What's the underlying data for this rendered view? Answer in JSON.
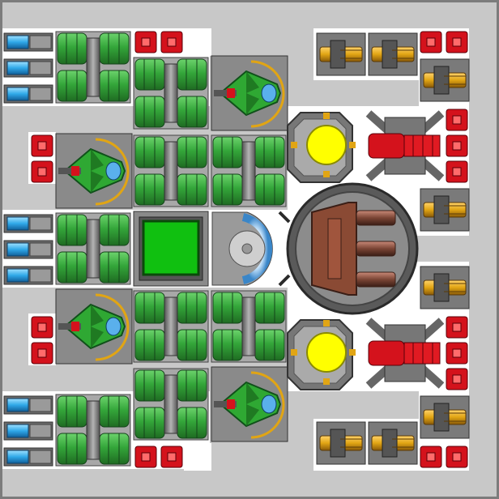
{
  "view": {
    "type": "ship-builder-grid",
    "grid_size": 96,
    "tile": "light-grey",
    "background": "#7c7c7c",
    "frame": "#5a5a5a"
  },
  "palette": {
    "floor": "#c8c8c8",
    "floor_edge": "#b4b4b4",
    "hull_white": "#ffffff",
    "pipe_green": "#34a63a",
    "pipe_green_dark": "#1f6b22",
    "pipe_green_light": "#6cd36c",
    "pipe_grey": "#8c8c8c",
    "pipe_grey_dark": "#555555",
    "thruster_blue": "#2fa8e8",
    "red_block": "#d4121c",
    "yellow_core": "#ffff00",
    "gold": "#e1a514",
    "copper": "#c9802a",
    "brown_gun": "#8a4a34",
    "fighter_green": "#2fa833",
    "cockpit_green": "#10c010",
    "shield_blue": "#5ab0ec"
  },
  "components": {
    "engines": [
      "thruster-block",
      "thruster-block",
      "thruster-block",
      "thruster-block"
    ],
    "fuel_tanks": "green-pipe-tank",
    "turrets": [
      "fighter-turret",
      "fighter-turret",
      "fighter-turret",
      "fighter-turret"
    ],
    "reactors": [
      "yellow-power-core",
      "yellow-power-core"
    ],
    "weapons": [
      "red-cannon",
      "red-cannon",
      "heavy-triple-cannon"
    ],
    "cockpit": "green-cockpit",
    "shield": "shield-generator",
    "ammo": "red-ammo-crate",
    "guns": "gold-autocannon"
  }
}
